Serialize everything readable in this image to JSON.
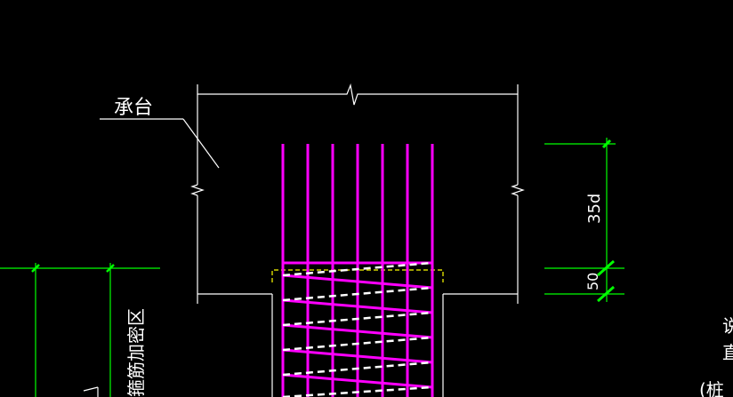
{
  "labels": {
    "cap": "承台",
    "zone": "箍筋加密区",
    "dim_upper": "35d",
    "dim_lower": "50",
    "right_partial_1": "说",
    "right_partial_2": "直",
    "right_partial_3": "(桩"
  },
  "colors": {
    "background": "#000000",
    "outline": "#ffffff",
    "rebar": "#ff00ff",
    "dimension": "#00ff00",
    "hidden": "#ffff00"
  },
  "icons": {
    "break_symbol": "zigzag-break-icon",
    "dim_tick": "slash-tick-icon"
  }
}
